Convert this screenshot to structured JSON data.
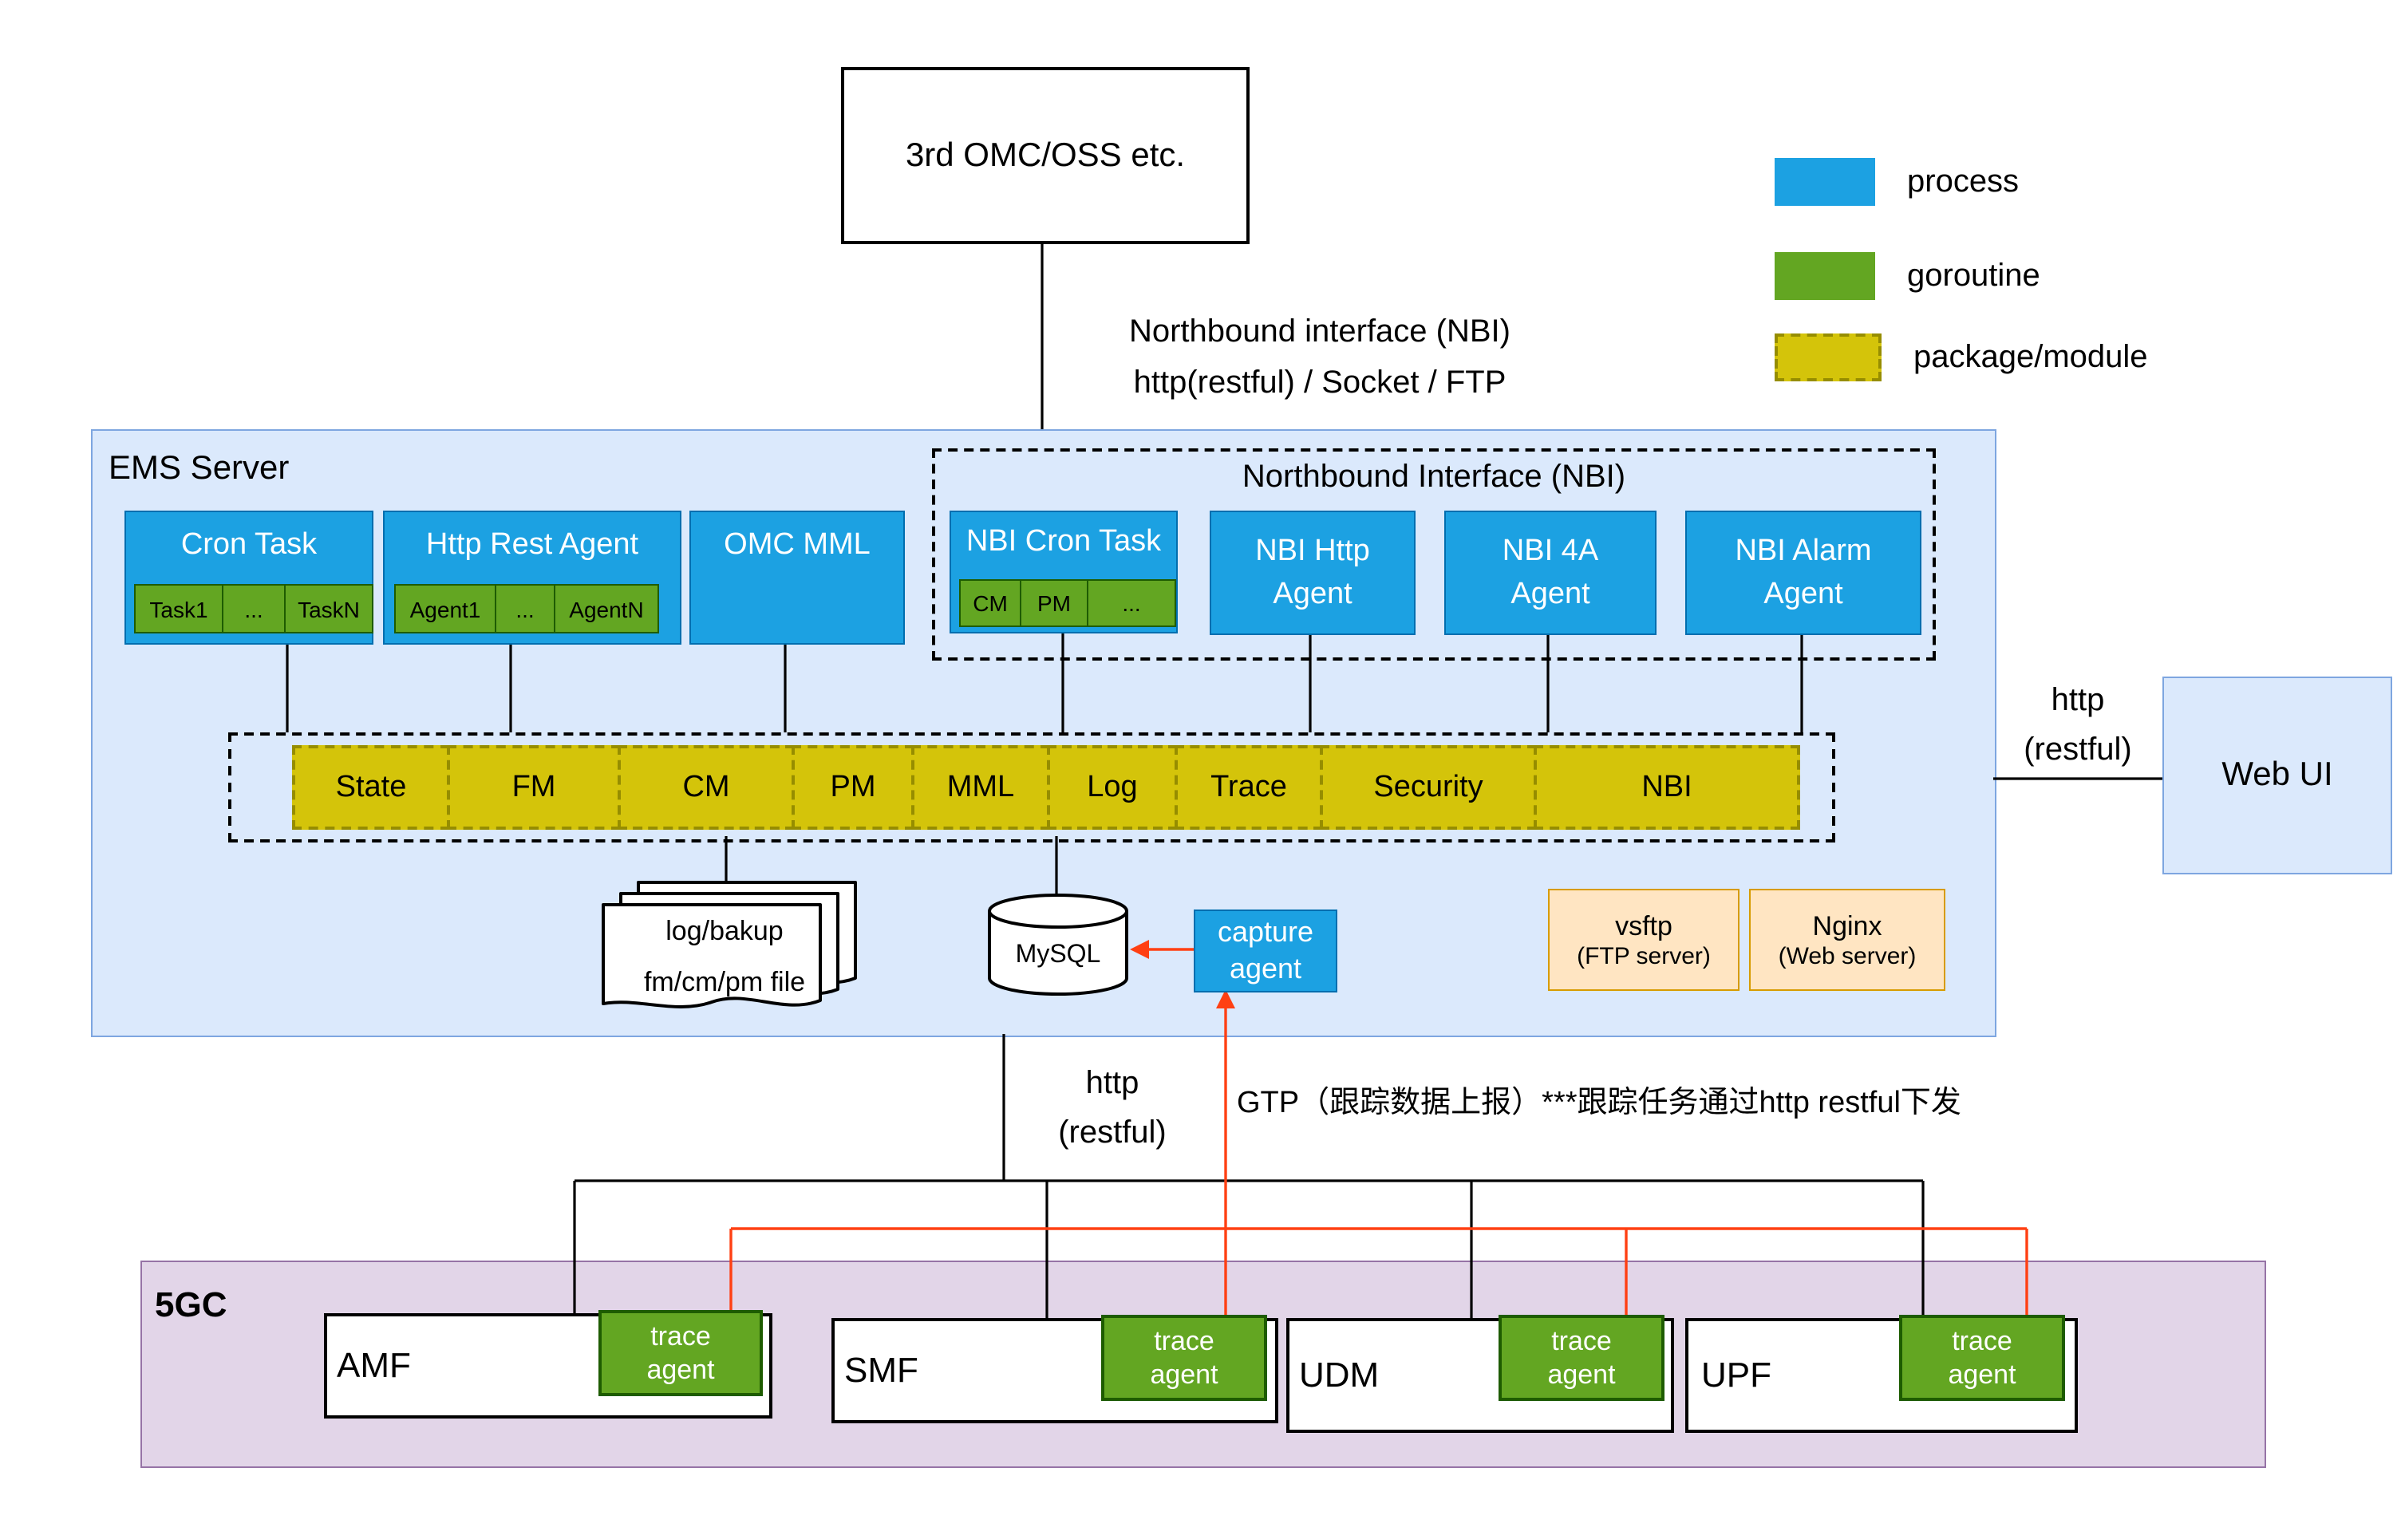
{
  "colors": {
    "process": "#1ca1e2",
    "goroutine": "#63a622",
    "package_module": "#d4c40a",
    "ems_background": "#dbe9fc",
    "fivegc_background": "#e2d5e8",
    "server_background": "#ffe5c2",
    "trace_flow_line": "#ff4013",
    "connector_line": "#000000"
  },
  "legend": {
    "process": "process",
    "goroutine": "goroutine",
    "package": "package/module"
  },
  "top": {
    "omc_oss": "3rd OMC/OSS etc.",
    "nbi_note_line1": "Northbound interface (NBI)",
    "nbi_note_line2": "http(restful) / Socket / FTP"
  },
  "ems": {
    "title": "EMS Server",
    "cron_task": {
      "title": "Cron Task",
      "cells": [
        "Task1",
        "...",
        "TaskN"
      ]
    },
    "http_rest_agent": {
      "title": "Http Rest Agent",
      "cells": [
        "Agent1",
        "...",
        "AgentN"
      ]
    },
    "omc_mml": "OMC MML",
    "nbi_box": {
      "title": "Northbound Interface (NBI)",
      "cron_task": {
        "title": "NBI Cron Task",
        "cells": [
          "CM",
          "PM",
          "..."
        ]
      },
      "http_agent": "NBI Http Agent",
      "a4_agent": "NBI 4A Agent",
      "alarm_agent": "NBI Alarm Agent"
    },
    "modules": [
      "State",
      "FM",
      "CM",
      "PM",
      "MML",
      "Log",
      "Trace",
      "Security",
      "NBI"
    ],
    "files": {
      "line1": "log/bakup",
      "line2": "fm/cm/pm file"
    },
    "mysql": "MySQL",
    "capture_agent": "capture agent",
    "vsftp": {
      "line1": "vsftp",
      "line2": "(FTP server)"
    },
    "nginx": {
      "line1": "Nginx",
      "line2": "(Web server)"
    }
  },
  "webui": {
    "label": "Web UI",
    "link_line1": "http",
    "link_line2": "(restful)"
  },
  "south": {
    "link_line1": "http",
    "link_line2": "(restful)",
    "gtp_note": "GTP（跟踪数据上报）***跟踪任务通过http restful下发"
  },
  "fivegc": {
    "title": "5GC",
    "nes": [
      {
        "name": "AMF",
        "agent_label": "trace agent"
      },
      {
        "name": "SMF",
        "agent_label": "trace agent"
      },
      {
        "name": "UDM",
        "agent_label": "trace agent"
      },
      {
        "name": "UPF",
        "agent_label": "trace agent"
      }
    ]
  }
}
